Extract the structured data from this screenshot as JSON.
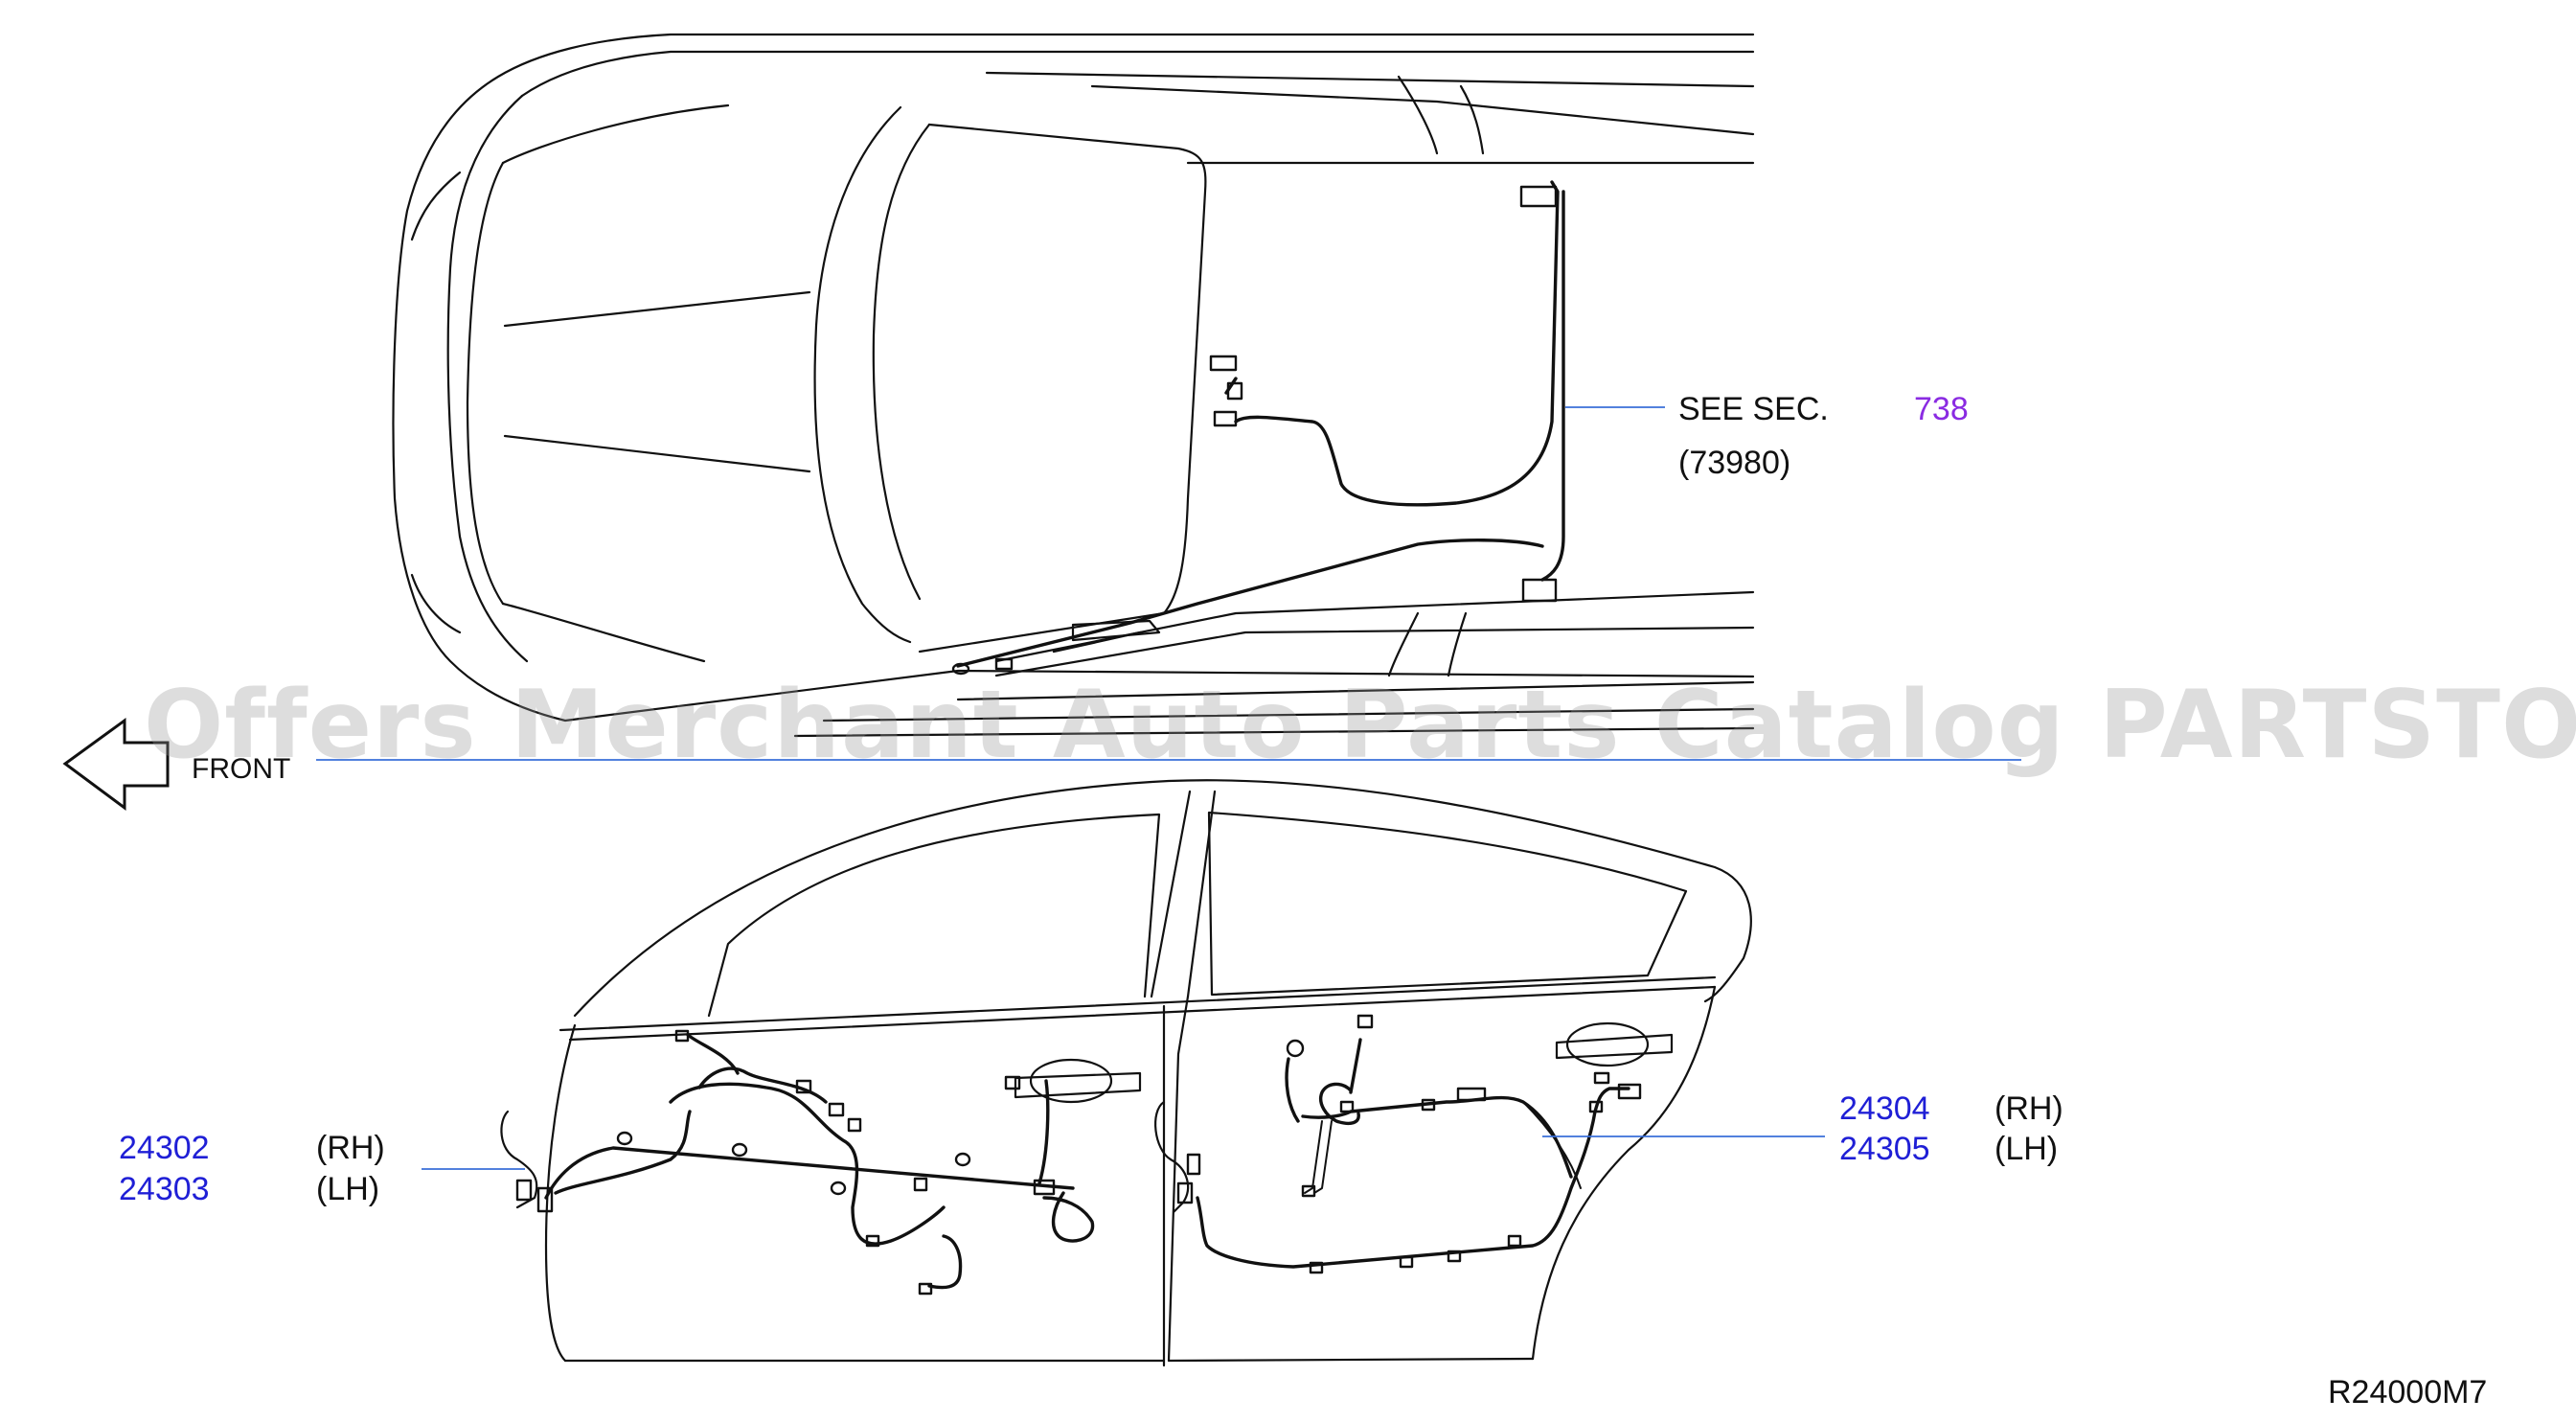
{
  "callouts": {
    "see_sec_label": "SEE  SEC.",
    "see_sec_number": "738",
    "see_sec_part": "(73980)",
    "front_harness": [
      {
        "part": "24302",
        "side": "(RH)"
      },
      {
        "part": "24303",
        "side": "(LH)"
      }
    ],
    "rear_harness": [
      {
        "part": "24304",
        "side": "(RH)"
      },
      {
        "part": "24305",
        "side": "(LH)"
      }
    ]
  },
  "direction": {
    "label": "FRONT",
    "icon": "front-arrow-icon"
  },
  "diagram_code": "R24000M7",
  "watermark": "Offers Merchant Auto Parts Catalog PARTSTORE.SA",
  "colors": {
    "line": "#111111",
    "callout_blue": "#1f1fd6",
    "callout_purple": "#8a2be2",
    "leader": "#3a6fd8"
  }
}
